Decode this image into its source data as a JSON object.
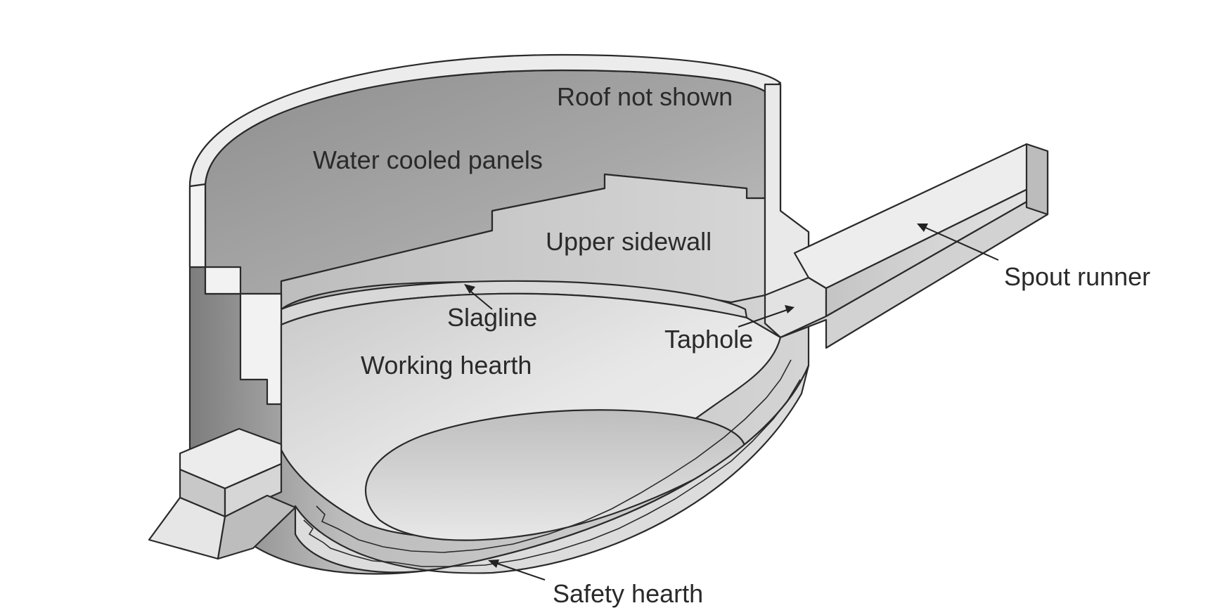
{
  "title": "",
  "labels": {
    "roof": "Roof not shown",
    "panels": "Water cooled panels",
    "upper_sidewall": "Upper sidewall",
    "slagline": "Slagline",
    "taphole": "Taphole",
    "working_hearth": "Working hearth",
    "safety_hearth": "Safety hearth",
    "spout_runner": "Spout runner"
  },
  "colors": {
    "panel_dark": "#8a8a8a",
    "panel_mid": "#b4b4b4",
    "refractory_light": "#dcdcdc",
    "hearth_floor": "#e4e4e4",
    "line": "#2a2a2a"
  }
}
